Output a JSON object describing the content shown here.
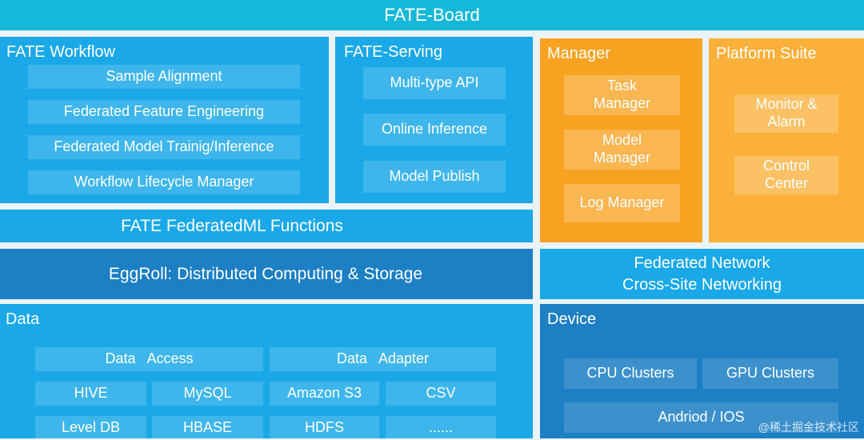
{
  "colors": {
    "top_bar": "#16b8d9",
    "blue": "#1aa8e8",
    "blue_dark": "#1d7fc4",
    "orange": "#f8a221",
    "orange_light": "#fbb039",
    "background": "#e9f3f8"
  },
  "board": {
    "label": "FATE-Board"
  },
  "workflow": {
    "title": "FATE Workflow",
    "items": [
      "Sample Alignment",
      "Federated Feature Engineering",
      "Federated Model Trainig/Inference",
      "Workflow Lifecycle Manager"
    ]
  },
  "serving": {
    "title": "FATE-Serving",
    "items": [
      "Multi-type API",
      "Online Inference",
      "Model Publish"
    ]
  },
  "manager": {
    "title": "Manager",
    "items": [
      "Task\nManager",
      "Model\nManager",
      "Log Manager"
    ]
  },
  "platform": {
    "title": "Platform Suite",
    "items": [
      "Monitor &\nAlarm",
      "Control\nCenter"
    ]
  },
  "federatedml": {
    "label": "FATE FederatedML Functions"
  },
  "eggroll": {
    "label": "EggRoll: Distributed Computing & Storage"
  },
  "network": {
    "line1": "Federated Network",
    "line2": "Cross-Site Networking"
  },
  "data": {
    "title": "Data",
    "access": "Data   Access",
    "adapter": "Data   Adapter",
    "row1": [
      "HIVE",
      "MySQL",
      "Amazon S3",
      "CSV"
    ],
    "row2": [
      "Level DB",
      "HBASE",
      "HDFS",
      "......"
    ]
  },
  "device": {
    "title": "Device",
    "items": [
      "CPU Clusters",
      "GPU Clusters",
      "Andriod / IOS"
    ]
  },
  "watermark": "@稀土掘金技术社区"
}
